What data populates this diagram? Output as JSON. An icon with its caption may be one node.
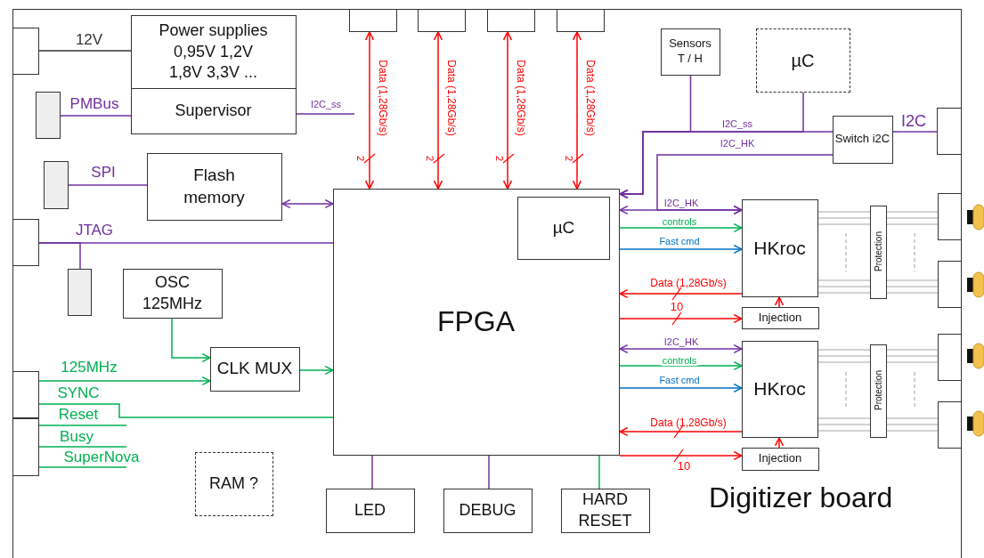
{
  "diagram": {
    "nodes": [
      {
        "text": [
          "Digitizer board"
        ]
      },
      {
        "text": [],
        "shape": "box",
        "in": 0
      },
      {
        "text": [
          "Power supplies 0,95V 1,2V 1,8V 3,3V ..."
        ],
        "in": 0
      },
      {
        "text": [
          "Supervisor"
        ],
        "in": 0
      },
      {
        "text": [],
        "shape": "box",
        "in": 0
      },
      {
        "text": [],
        "shape": "box",
        "in": 0
      },
      {
        "text": [
          "Flash memory"
        ],
        "in": 0
      },
      {
        "text": [],
        "shape": "box",
        "in": 0
      },
      {
        "text": [],
        "shape": "box",
        "in": 0
      },
      {
        "text": [
          "OSC 125MHz"
        ],
        "in": 0
      },
      {
        "text": [
          "CLK MUX"
        ],
        "in": 0
      },
      {
        "text": [],
        "shape": "box",
        "in": 0
      },
      {
        "text": [],
        "shape": "box",
        "in": 0
      },
      {
        "text": [
          "RAM ?"
        ],
        "in": 0
      },
      {
        "text": [
          "FPGA"
        ],
        "in": 0
      },
      {
        "text": [
          "µC"
        ],
        "in": 14
      },
      {
        "text": [
          "LED"
        ],
        "in": 0
      },
      {
        "text": [
          "DEBUG"
        ],
        "in": 0
      },
      {
        "text": [
          "HARD RESET"
        ],
        "in": 0
      },
      {
        "text": [],
        "shape": "box",
        "in": 0
      },
      {
        "text": [],
        "shape": "box",
        "in": 0
      },
      {
        "text": [],
        "shape": "box",
        "in": 0
      },
      {
        "text": [],
        "shape": "box",
        "in": 0
      },
      {
        "text": [
          "Sensors T / H"
        ],
        "in": 0
      },
      {
        "text": [
          "µC"
        ],
        "in": 0
      },
      {
        "text": [
          "Switch i2C"
        ],
        "in": 0
      },
      {
        "text": [],
        "shape": "box",
        "in": 0
      },
      {
        "text": [
          "HKroc"
        ],
        "in": 0
      },
      {
        "text": [
          "Injection"
        ],
        "in": 0
      },
      {
        "text": [
          "HKroc"
        ],
        "in": 0
      },
      {
        "text": [
          "Injection"
        ],
        "in": 0
      },
      {
        "text": [
          "Protection"
        ],
        "in": 0
      },
      {
        "text": [
          "Protection"
        ],
        "in": 0
      },
      {
        "text": [],
        "shape": "box",
        "in": 0
      },
      {
        "text": [],
        "shape": "box",
        "in": 0
      },
      {
        "text": [],
        "shape": "box",
        "in": 0
      },
      {
        "text": [],
        "shape": "box",
        "in": 0
      }
    ],
    "edges": [
      {
        "from": 1,
        "to": 2,
        "arrow": "none",
        "label": "12V",
        "color": "#333333"
      },
      {
        "from": 4,
        "to": 3,
        "arrow": "none",
        "label": "PMBus",
        "color": "#7030a0"
      },
      {
        "from": 3,
        "to": null,
        "arrow": "none",
        "label": "I2C_ss",
        "color": "#7030a0"
      },
      {
        "from": 5,
        "to": 6,
        "arrow": "none",
        "label": "SPI",
        "color": "#7030a0"
      },
      {
        "from": 6,
        "to": 14,
        "arrow": "both",
        "color": "#7030a0"
      },
      {
        "from": 7,
        "to": 14,
        "arrow": "none",
        "label": "JTAG",
        "color": "#7030a0"
      },
      {
        "from": 7,
        "to": 8,
        "arrow": "none",
        "color": "#7030a0"
      },
      {
        "from": 9,
        "to": 10,
        "arrow": "to",
        "color": "#00b050"
      },
      {
        "from": 11,
        "to": 10,
        "arrow": "to",
        "label": "125MHz",
        "color": "#00b050"
      },
      {
        "from": 10,
        "to": 14,
        "arrow": "to",
        "color": "#00b050"
      },
      {
        "from": 11,
        "to": 14,
        "arrow": "none",
        "label": "SYNC",
        "color": "#00b050"
      },
      {
        "from": 12,
        "to": null,
        "arrow": "none",
        "label": "Reset",
        "color": "#00b050"
      },
      {
        "from": 12,
        "to": null,
        "arrow": "none",
        "label": "Busy",
        "color": "#00b050"
      },
      {
        "from": 12,
        "to": null,
        "arrow": "none",
        "label": "SuperNova",
        "color": "#00b050"
      },
      {
        "from": 14,
        "to": 19,
        "arrow": "both",
        "label": "Data (1,28Gb/s)",
        "color": "#ff0000"
      },
      {
        "from": 14,
        "to": 20,
        "arrow": "both",
        "label": "Data (1,28Gb/s)",
        "color": "#ff0000"
      },
      {
        "from": 14,
        "to": 21,
        "arrow": "both",
        "label": "Data (1,28Gb/s)",
        "color": "#ff0000"
      },
      {
        "from": 14,
        "to": 22,
        "arrow": "both",
        "label": "Data (1,28Gb/s)",
        "color": "#ff0000"
      },
      {
        "from": 25,
        "to": 14,
        "arrow": "to",
        "label": "I2C_ss",
        "color": "#7030a0"
      },
      {
        "from": 23,
        "to": 14,
        "arrow": "to",
        "color": "#7030a0"
      },
      {
        "from": 24,
        "to": 14,
        "arrow": "to",
        "color": "#7030a0"
      },
      {
        "from": 25,
        "to": 27,
        "arrow": "to",
        "label": "I2C_HK",
        "color": "#7030a0"
      },
      {
        "from": 25,
        "to": 26,
        "arrow": "none",
        "label": "I2C",
        "color": "#7030a0"
      },
      {
        "from": 14,
        "to": 27,
        "arrow": "both",
        "label": "I2C_HK",
        "color": "#7030a0"
      },
      {
        "from": 14,
        "to": 27,
        "arrow": "to",
        "label": "controls",
        "color": "#00b050"
      },
      {
        "from": 14,
        "to": 27,
        "arrow": "to",
        "label": "Fast cmd",
        "color": "#0070c0"
      },
      {
        "from": 27,
        "to": 14,
        "arrow": "to",
        "label": "Data (1,28Gb/s)",
        "color": "#ff0000"
      },
      {
        "from": 14,
        "to": 28,
        "arrow": "to",
        "color": "#ff0000"
      },
      {
        "from": 28,
        "to": 27,
        "arrow": "to",
        "color": "#ff0000"
      },
      {
        "from": 14,
        "to": 29,
        "arrow": "both",
        "label": "I2C_HK",
        "color": "#7030a0"
      },
      {
        "from": 14,
        "to": 29,
        "arrow": "to",
        "label": "controls",
        "color": "#00b050"
      },
      {
        "from": 14,
        "to": 29,
        "arrow": "to",
        "label": "Fast cmd",
        "color": "#0070c0"
      },
      {
        "from": 29,
        "to": 14,
        "arrow": "to",
        "label": "Data (1,28Gb/s)",
        "color": "#ff0000"
      },
      {
        "from": 14,
        "to": 30,
        "arrow": "to",
        "color": "#ff0000"
      },
      {
        "from": 30,
        "to": 29,
        "arrow": "to",
        "color": "#ff0000"
      },
      {
        "from": 27,
        "to": 31,
        "arrow": "none",
        "color": "#a6a6a6"
      },
      {
        "from": 27,
        "to": 31,
        "arrow": "none",
        "color": "#a6a6a6"
      },
      {
        "from": 31,
        "to": 33,
        "arrow": "none",
        "color": "#a6a6a6"
      },
      {
        "from": 31,
        "to": 34,
        "arrow": "none",
        "color": "#a6a6a6"
      },
      {
        "from": 29,
        "to": 32,
        "arrow": "none",
        "color": "#a6a6a6"
      },
      {
        "from": 29,
        "to": 32,
        "arrow": "none",
        "color": "#a6a6a6"
      },
      {
        "from": 32,
        "to": 35,
        "arrow": "none",
        "color": "#a6a6a6"
      },
      {
        "from": 32,
        "to": 36,
        "arrow": "none",
        "color": "#a6a6a6"
      },
      {
        "from": 14,
        "to": 16,
        "arrow": "none",
        "color": "#7030a0"
      },
      {
        "from": 14,
        "to": 17,
        "arrow": "none",
        "color": "#7030a0"
      },
      {
        "from": 14,
        "to": 18,
        "arrow": "none",
        "color": "#00b050"
      }
    ],
    "labels": [
      "2",
      "2",
      "2",
      "2",
      "10",
      "10"
    ]
  }
}
